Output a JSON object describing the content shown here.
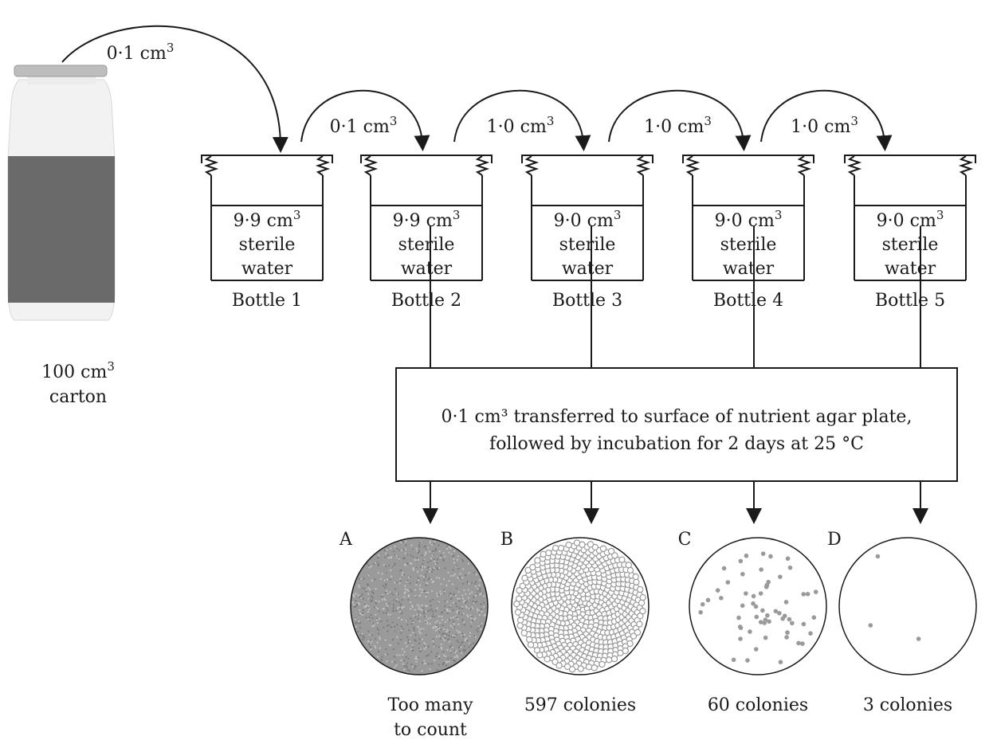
{
  "carton": {
    "transfer_amount": "0·1 cm",
    "label_volume": "100 cm",
    "label_name": "carton",
    "colors": {
      "body": "#6a6a6a",
      "cap": "#bdbdbd",
      "bottle": "#f2f2f2"
    }
  },
  "bottles": [
    {
      "name": "Bottle 1",
      "water_volume": "9·9 cm",
      "water_line1": "sterile",
      "water_line2": "water"
    },
    {
      "name": "Bottle 2",
      "water_volume": "9·9 cm",
      "water_line1": "sterile",
      "water_line2": "water"
    },
    {
      "name": "Bottle 3",
      "water_volume": "9·0 cm",
      "water_line1": "sterile",
      "water_line2": "water"
    },
    {
      "name": "Bottle 4",
      "water_volume": "9·0 cm",
      "water_line1": "sterile",
      "water_line2": "water"
    },
    {
      "name": "Bottle 5",
      "water_volume": "9·0 cm",
      "water_line1": "sterile",
      "water_line2": "water"
    }
  ],
  "transfers": [
    "0·1 cm",
    "1·0 cm",
    "1·0 cm",
    "1·0 cm"
  ],
  "superscript_3": "3",
  "procedure_box": {
    "line1": "0·1 cm³ transferred to surface of nutrient agar plate,",
    "line2": "followed by incubation for 2 days at 25 °C"
  },
  "plates": [
    {
      "letter": "A",
      "caption_line1": "Too many",
      "caption_line2": "to count",
      "colony_count": null,
      "fill": "#9a9a9a"
    },
    {
      "letter": "B",
      "caption_line1": "597 colonies",
      "caption_line2": "",
      "colony_count": 597,
      "fill": "#ffffff"
    },
    {
      "letter": "C",
      "caption_line1": "60 colonies",
      "caption_line2": "",
      "colony_count": 60,
      "fill": "#ffffff"
    },
    {
      "letter": "D",
      "caption_line1": "3 colonies",
      "caption_line2": "",
      "colony_count": 3,
      "fill": "#ffffff"
    }
  ],
  "colony_color": "#9a9a9a"
}
